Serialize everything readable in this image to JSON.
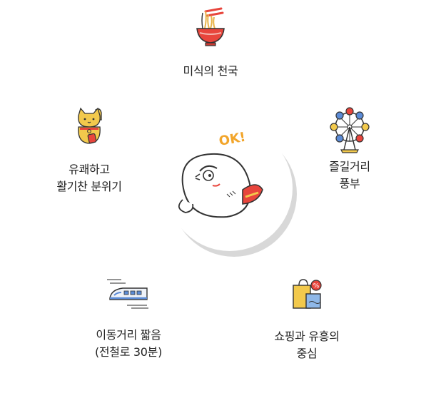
{
  "center": {
    "badge_text": "OK!"
  },
  "features": {
    "food": {
      "line1": "미식의 천국",
      "icon": "noodle-bowl-icon"
    },
    "atmosphere": {
      "line1": "유쾌하고",
      "line2": "활기찬 분위기",
      "icon": "lucky-cat-icon"
    },
    "streets": {
      "line1": "즐길거리",
      "line2": "풍부",
      "icon": "ferris-wheel-icon"
    },
    "travel": {
      "line1": "이동거리 짧음",
      "line2": "(전철로 30분)",
      "icon": "bullet-train-icon"
    },
    "shopping": {
      "line1": "쇼핑과 유흥의",
      "line2": "중심",
      "icon": "shopping-bags-icon"
    }
  },
  "colors": {
    "accent_red": "#e8453c",
    "accent_yellow": "#f2c94c",
    "accent_blue": "#5b8bd6",
    "line": "#333333"
  }
}
